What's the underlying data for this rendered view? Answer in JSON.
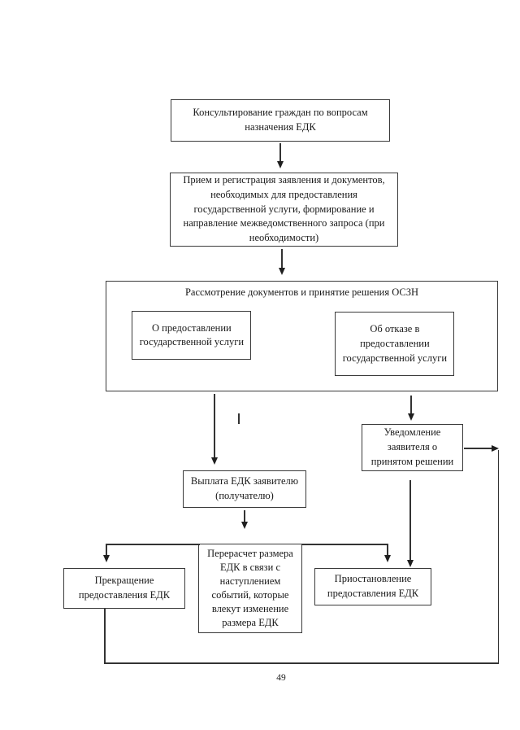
{
  "page_number": "49",
  "colors": {
    "line": "#333333",
    "text": "#191919",
    "background": "#ffffff"
  },
  "nodes": {
    "consult": {
      "label": "Консультирование граждан по вопросам назначения ЕДК"
    },
    "reception": {
      "label": "Прием и регистрация заявления и документов, необходимых для предоставления государственной услуги, формирование и направление межведомственного запроса (при необходимости)"
    },
    "review": {
      "title": "Рассмотрение документов и принятие решения ОСЗН"
    },
    "grant": {
      "label": "О предоставлении государственной услуги"
    },
    "refuse": {
      "label": "Об отказе в предоставлении государственной услуги"
    },
    "notify": {
      "label": "Уведомление заявителя о принятом решении"
    },
    "payment": {
      "label": "Выплата ЕДК заявителю (получателю)"
    },
    "termination": {
      "label": "Прекращение предоставления ЕДК"
    },
    "recalc": {
      "label": "Перерасчет размера ЕДК в связи с наступлением событий, которые влекут изменение размера ЕДК"
    },
    "suspension": {
      "label": "Приостановление предоставления ЕДК"
    }
  }
}
